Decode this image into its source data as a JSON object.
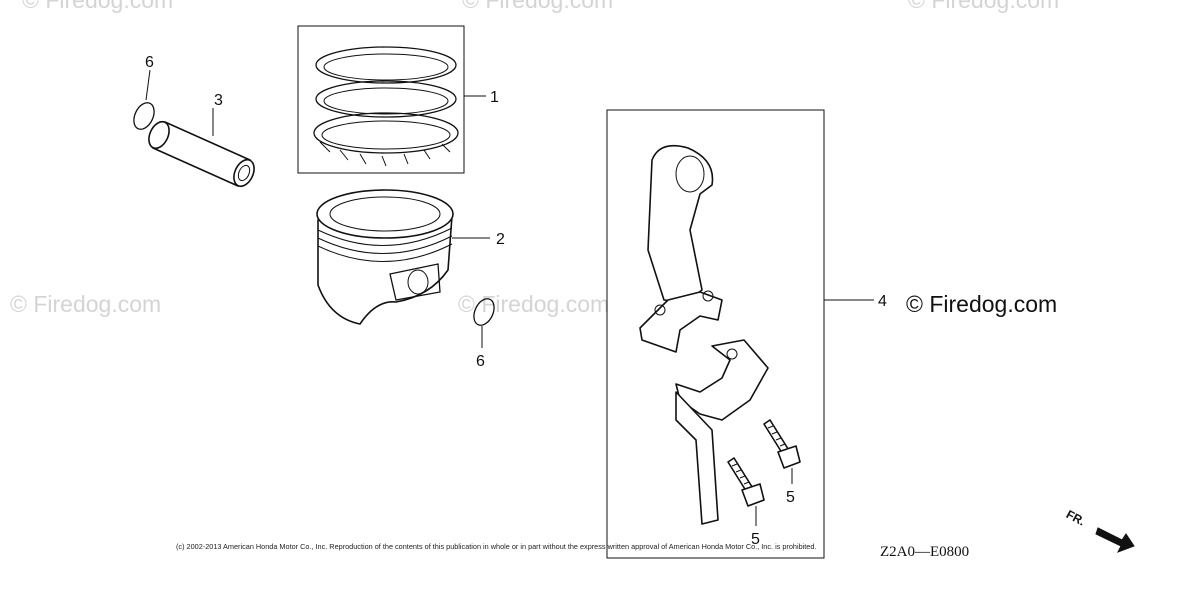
{
  "watermarks": [
    "© Firedog.com",
    "© Firedog.com",
    "© Firedog.com",
    "© Firedog.com",
    "© Firedog.com"
  ],
  "copyright_main": "© Firedog.com",
  "callouts": {
    "piston_ring_set": "1",
    "piston": "2",
    "piston_pin": "3",
    "connecting_rod": "4",
    "rod_bolt_right": "5",
    "rod_bolt_left": "5",
    "clip_top": "6",
    "clip_bottom": "6"
  },
  "legal_notice": "(c) 2002-2013 American Honda Motor Co., Inc. Reproduction of the contents of this publication in whole or in part without the express written approval of American Honda Motor Co., Inc. is prohibited.",
  "diagram_code": "Z2A0—E0800",
  "front_indicator": "FR."
}
